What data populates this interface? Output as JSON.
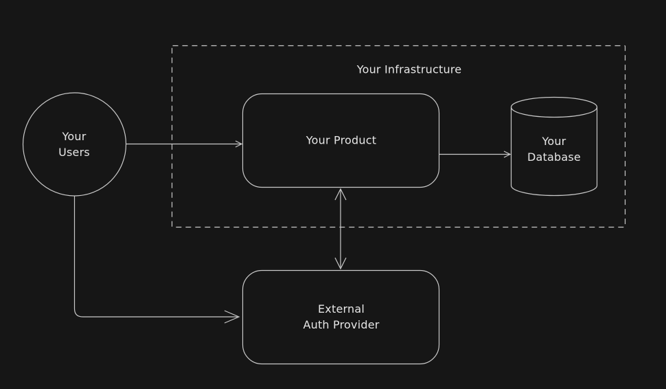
{
  "colors": {
    "background": "#161616",
    "stroke": "#c9c9c9",
    "text": "#e6e6e6"
  },
  "diagram": {
    "infrastructure": {
      "label": "Your Infrastructure"
    },
    "users": {
      "line1": "Your",
      "line2": "Users"
    },
    "product": {
      "label": "Your Product"
    },
    "database": {
      "line1": "Your",
      "line2": "Database"
    },
    "auth_provider": {
      "line1": "External",
      "line2": "Auth Provider"
    },
    "edges": {
      "users_to_product": "arrow",
      "product_to_database": "arrow",
      "product_auth_bidirectional": "double-arrow",
      "users_to_auth": "arrow"
    }
  }
}
